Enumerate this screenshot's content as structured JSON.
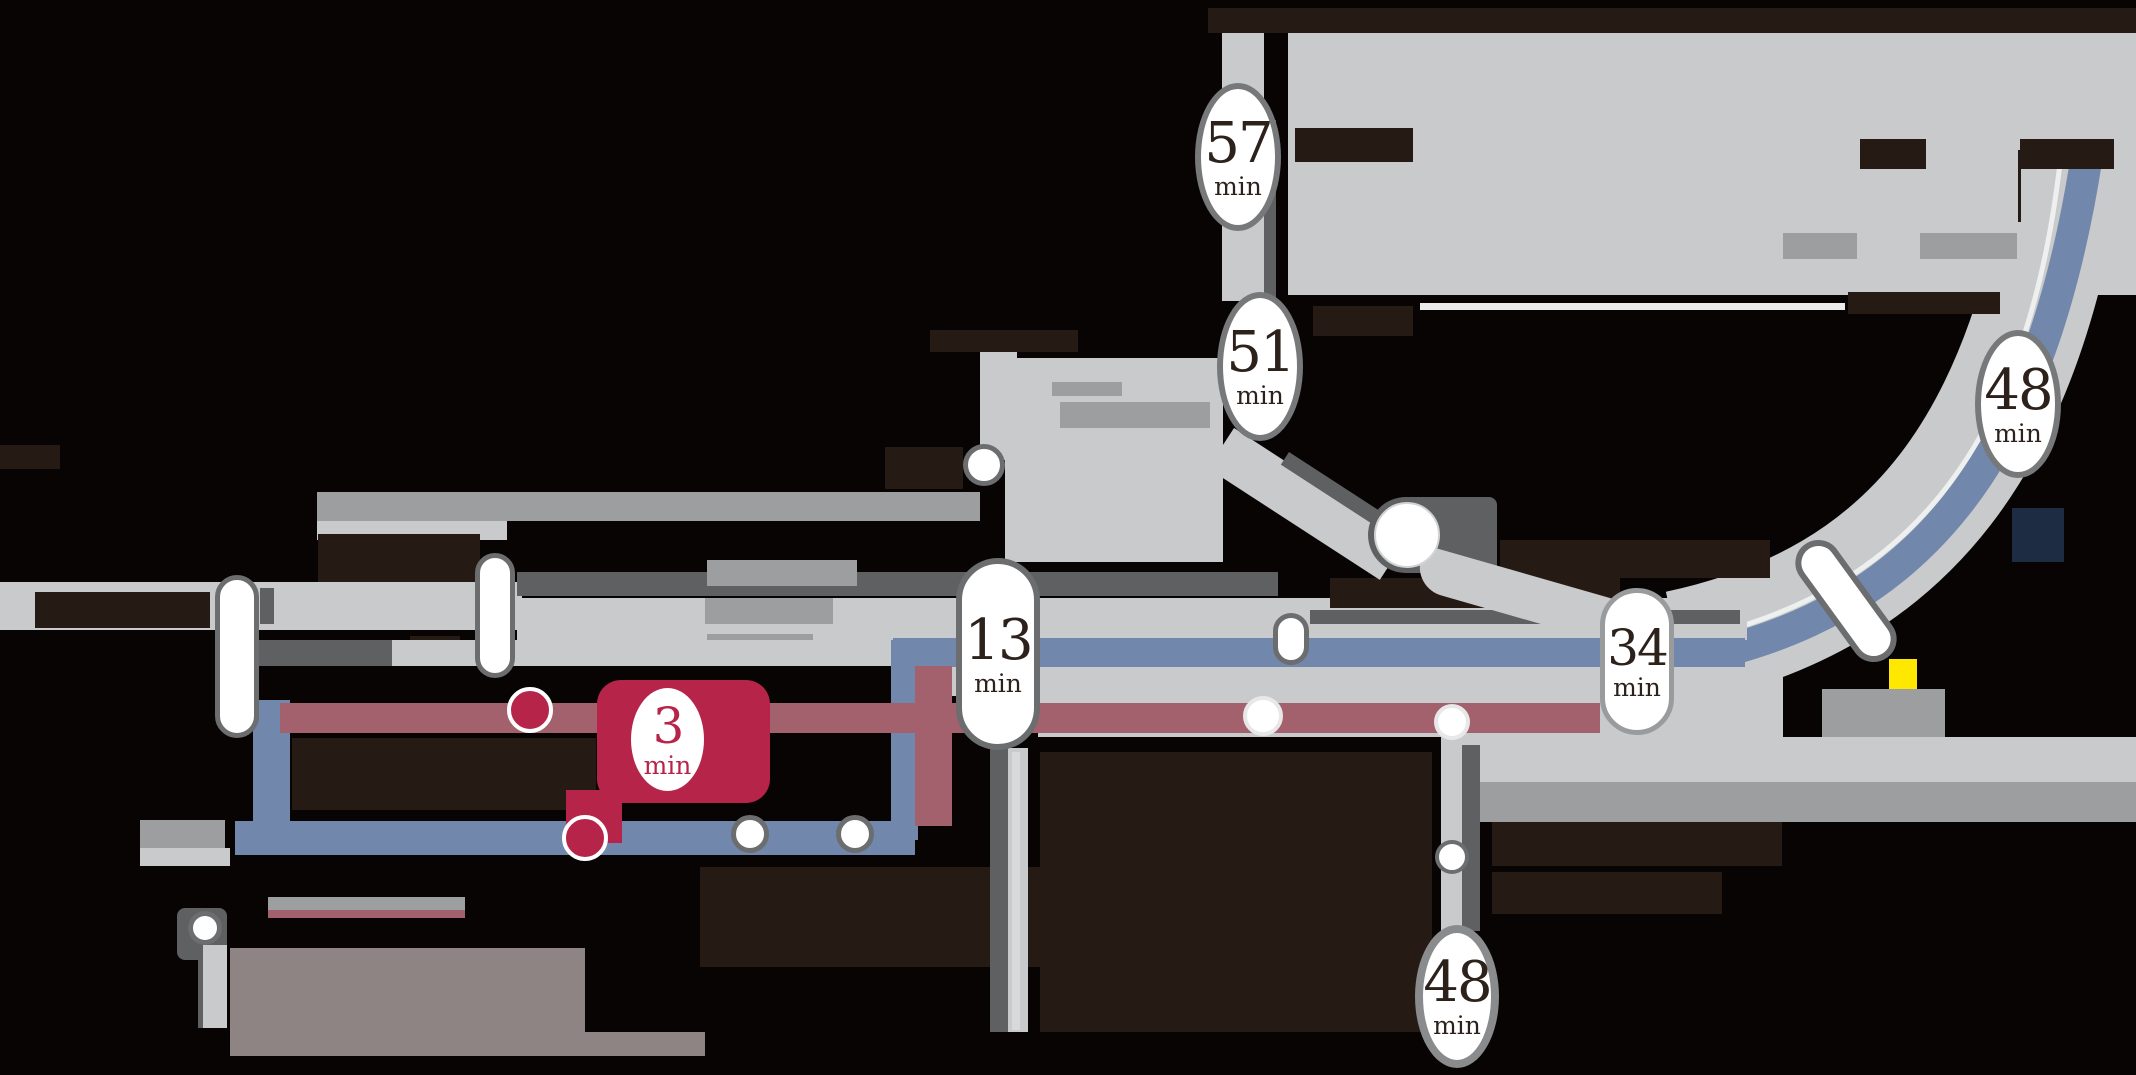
{
  "map": {
    "type": "rail-access-time-diagram",
    "unit_label": "min",
    "colors": {
      "background": "#070403",
      "route_light_gray": "#c9cacb",
      "route_medium_gray": "#9c9ea0",
      "route_dark_gray": "#5e6062",
      "route_blue": "#7187ab",
      "route_rose": "#a2616d",
      "highlight_crimson": "#b6244a",
      "station_fill": "#ffffff",
      "landmark_yellow": "#ffe800",
      "landmark_navy": "#1d2b43",
      "text_dark": "#261b14"
    },
    "times": {
      "t57": {
        "value": "57",
        "unit": "min",
        "position": "top-center"
      },
      "t51": {
        "value": "51",
        "unit": "min",
        "position": "upper-center"
      },
      "t48_right": {
        "value": "48",
        "unit": "min",
        "position": "right-curve"
      },
      "t13": {
        "value": "13",
        "unit": "min",
        "position": "center"
      },
      "t34": {
        "value": "34",
        "unit": "min",
        "position": "center-right"
      },
      "t3": {
        "value": "3",
        "unit": "min",
        "position": "home-station",
        "accent": "#b6244a"
      },
      "t48_bottom": {
        "value": "48",
        "unit": "min",
        "position": "bottom-branch"
      }
    }
  }
}
